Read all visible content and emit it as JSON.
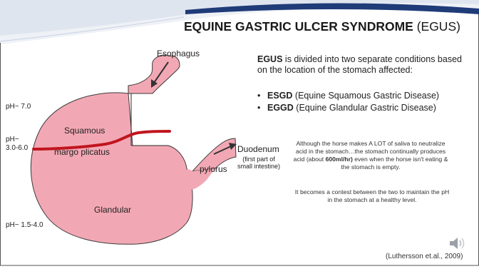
{
  "title": {
    "bold": "EQUINE GASTRIC ULCER SYNDROME",
    "rest": " (EGUS)"
  },
  "diagram": {
    "esophagus": "Esophagus",
    "duodenum": "Duodenum",
    "duodenum_note_1": "(first part of",
    "duodenum_note_2": "small intestine)",
    "squamous": "Squamous",
    "margo": "margo plicatus",
    "pylorus": "pylorus",
    "glandular": "Glandular",
    "ph_top": "pH~ 7.0",
    "ph_mid_1": "pH~",
    "ph_mid_2": "3.0-6.0",
    "ph_bottom": "pH~ 1.5-4.0"
  },
  "intro": {
    "bold": "EGUS",
    "rest": " is divided into two separate conditions based on the location of the stomach affected:"
  },
  "bullets": [
    {
      "bold": "ESGD",
      "rest": " (Equine Squamous Gastric Disease)"
    },
    {
      "bold": "EGGD",
      "rest": " (Equine Glandular Gastric Disease)"
    }
  ],
  "para1": {
    "a": "Although the horse makes A LOT of saliva to neutralize acid in the stomach…the stomach continually produces acid (about ",
    "bold": "600ml/hr)",
    "b": " even when the horse isn't eating & the stomach is empty."
  },
  "para2": "It becomes a contest between the two to maintain the pH in the stomach at a healthy level.",
  "citation": "(Luthersson et.al., 2009)",
  "icons": {
    "speaker": "speaker-icon"
  },
  "colors": {
    "stomach_fill": "#f2a8b4",
    "stomach_stroke": "#3a3a3a",
    "margo_line": "#c0161f",
    "banner": "#1f3b78"
  }
}
